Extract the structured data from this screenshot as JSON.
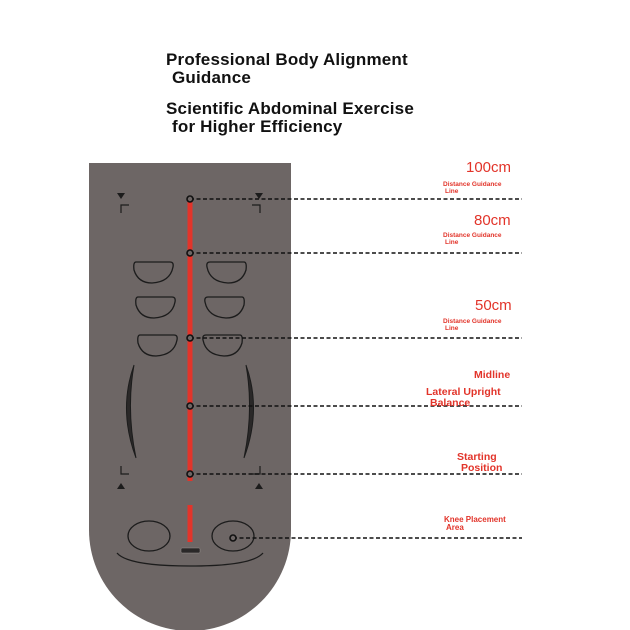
{
  "headings": {
    "line1_a": "Professional Body Alignment",
    "line1_b": "Guidance",
    "line2_a": "Scientific Abdominal Exercise",
    "line2_b": "for Higher Efficiency"
  },
  "markers": [
    {
      "distance": "100cm",
      "caption_a": "Distance Guidance",
      "caption_b": "Line"
    },
    {
      "distance": "80cm",
      "caption_a": "Distance Guidance",
      "caption_b": "Line"
    },
    {
      "distance": "50cm",
      "caption_a": "Distance Guidance",
      "caption_b": "Line"
    }
  ],
  "annotations": {
    "midline": "Midline",
    "lateral_a": "Lateral Upright",
    "lateral_b": "Balance",
    "start_a": "Starting",
    "start_b": "Position",
    "knee_a": "Knee Placement",
    "knee_b": "Area"
  },
  "colors": {
    "mat": "#6d6665",
    "mat_lines": "#1c1c1c",
    "center_line": "#e2342a",
    "accent_text": "#e2342a",
    "heading_text": "#111111"
  }
}
